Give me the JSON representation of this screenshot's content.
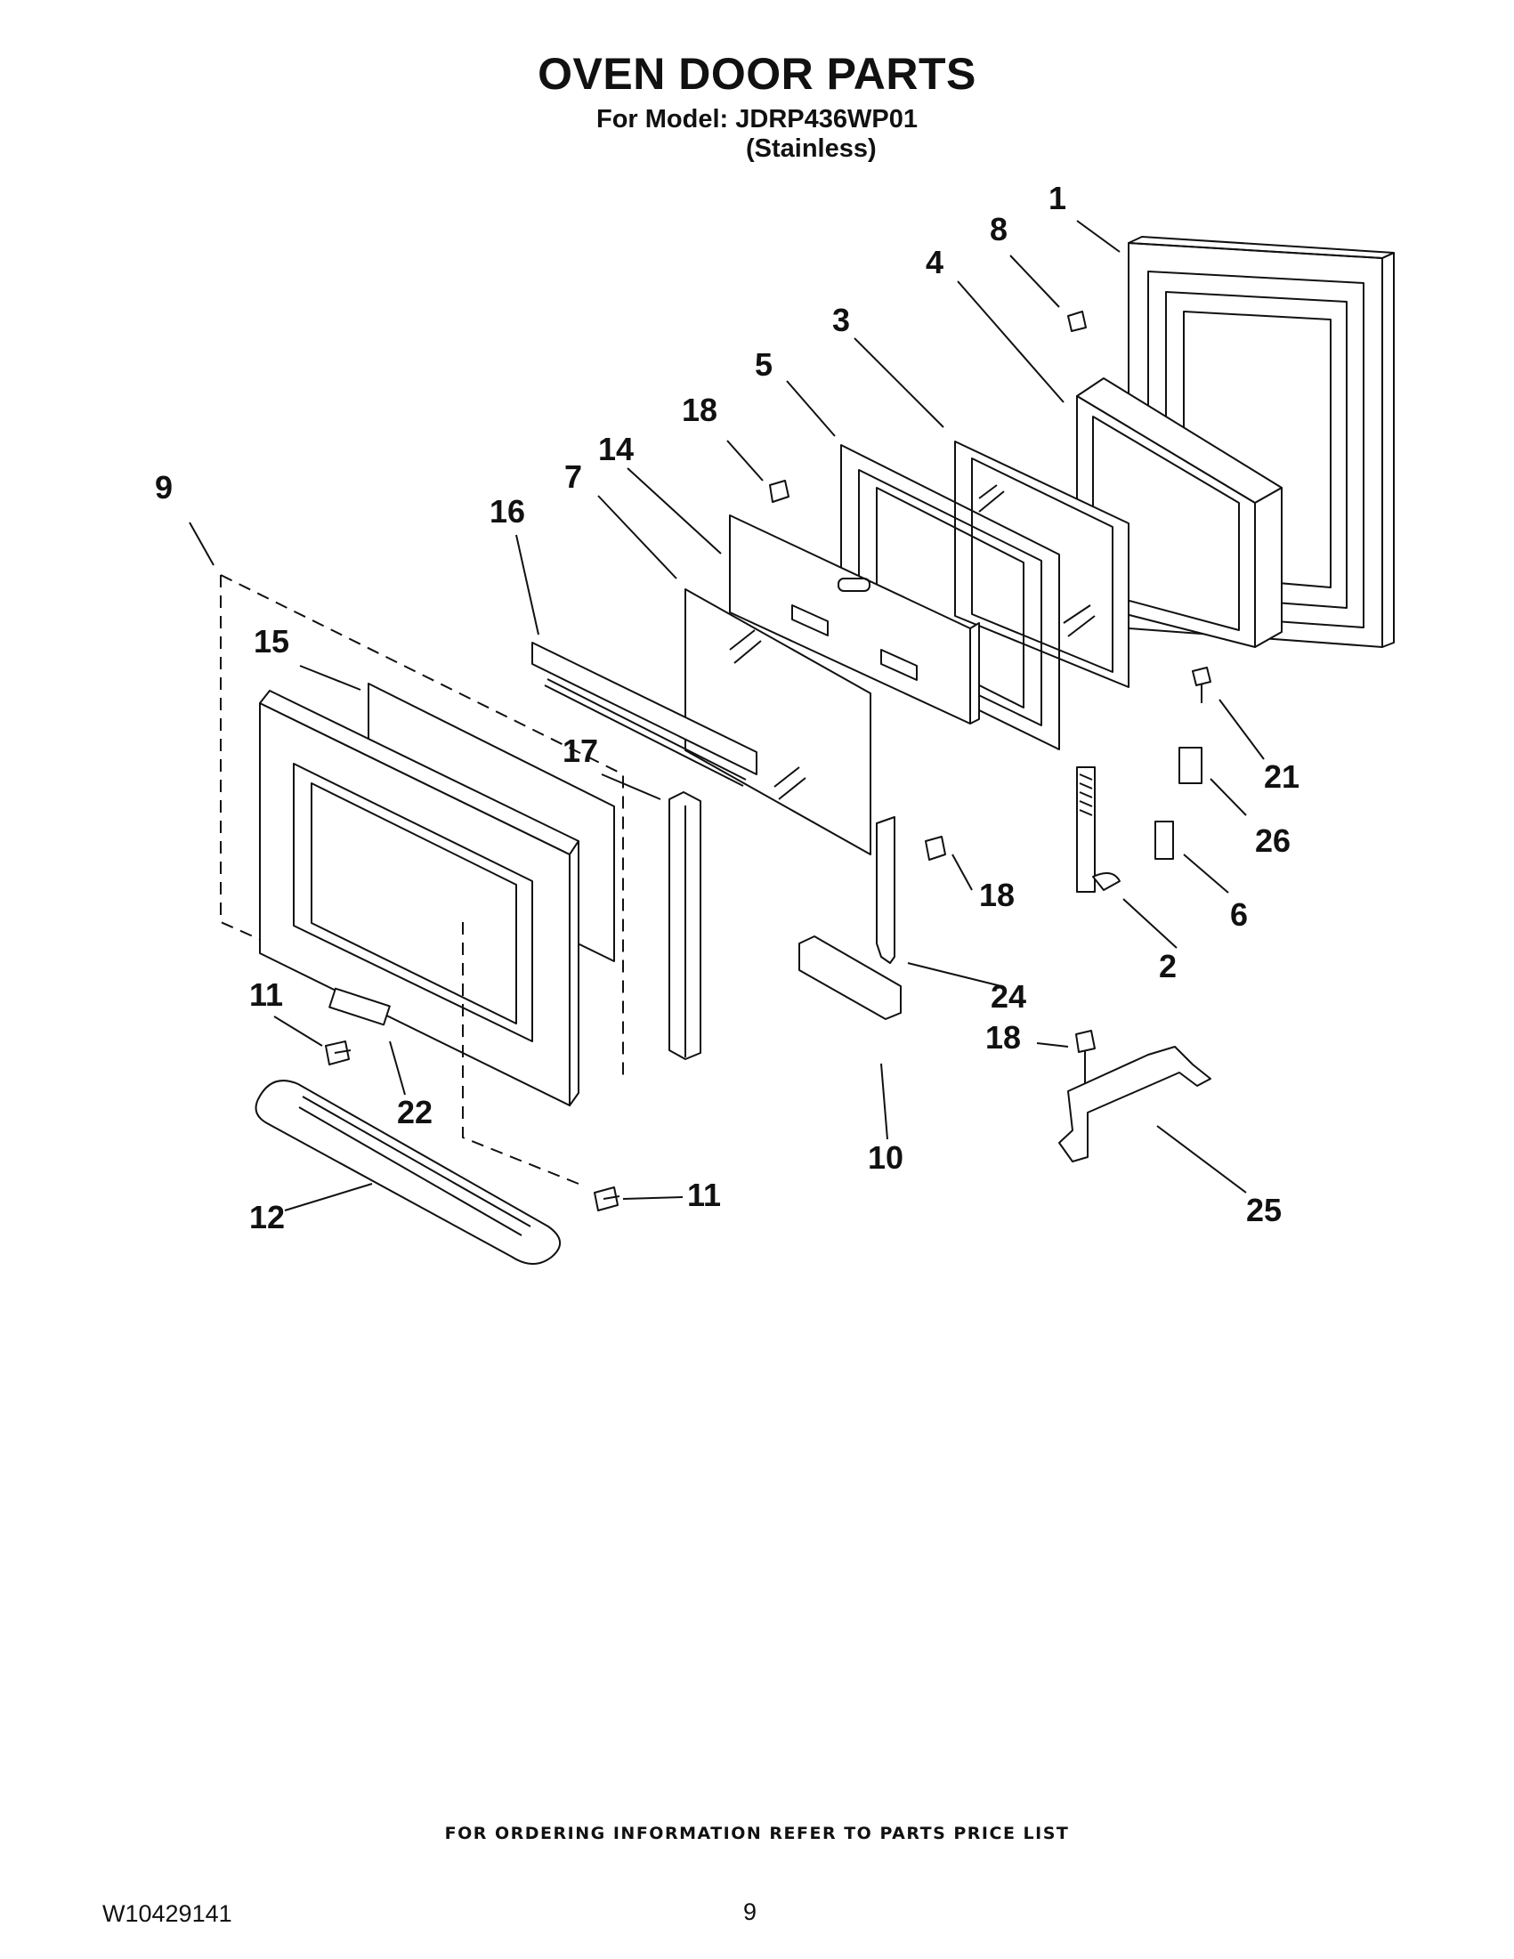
{
  "header": {
    "title": "OVEN DOOR PARTS",
    "model_line": "For Model: JDRP436WP01",
    "finish_line": "(Stainless)"
  },
  "callouts": [
    "1",
    "8",
    "4",
    "3",
    "5",
    "18",
    "14",
    "7",
    "9",
    "16",
    "15",
    "17",
    "21",
    "26",
    "6",
    "18",
    "2",
    "24",
    "11",
    "22",
    "18",
    "10",
    "11",
    "12",
    "25"
  ],
  "footer": {
    "ordering_note": "FOR ORDERING INFORMATION REFER TO PARTS PRICE LIST",
    "document_number": "W10429141",
    "page_number": "9"
  }
}
